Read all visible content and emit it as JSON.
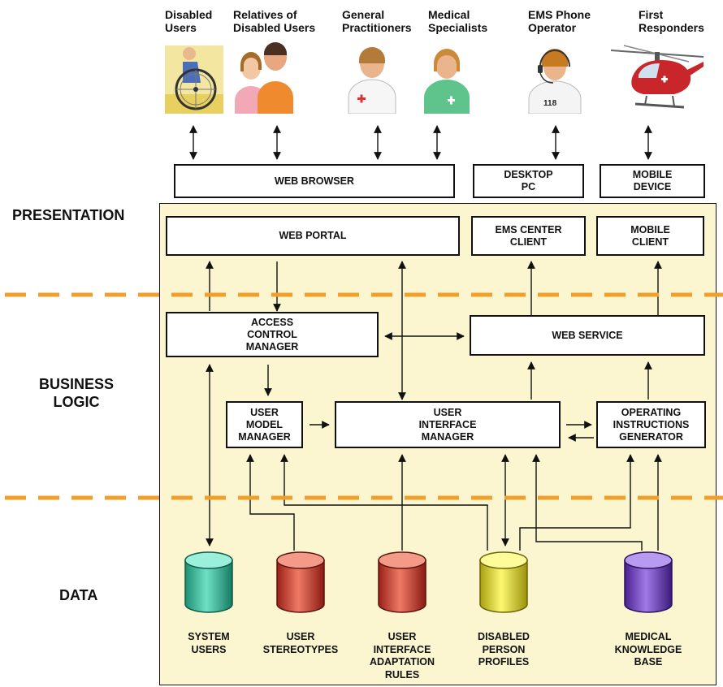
{
  "actors": {
    "disabled_users": "Disabled\nUsers",
    "relatives": "Relatives of\nDisabled Users",
    "general_practitioners": "General\nPractitioners",
    "medical_specialists": "Medical\nSpecialists",
    "ems_operator": "EMS Phone\nOperator",
    "first_responders": "First\nResponders"
  },
  "devices": {
    "web_browser": "WEB BROWSER",
    "desktop_pc": "DESKTOP\nPC",
    "mobile_device": "MOBILE\nDEVICE"
  },
  "layers": {
    "presentation": "PRESENTATION",
    "business_logic": "BUSINESS\nLOGIC",
    "data": "DATA"
  },
  "components": {
    "web_portal": "WEB PORTAL",
    "ems_center_client": "EMS CENTER\nCLIENT",
    "mobile_client": "MOBILE\nCLIENT",
    "access_control_manager": "ACCESS\nCONTROL\nMANAGER",
    "web_service": "WEB SERVICE",
    "user_model_manager": "USER\nMODEL\nMANAGER",
    "user_interface_manager": "USER\nINTERFACE\nMANAGER",
    "operating_instructions_generator": "OPERATING\nINSTRUCTIONS\nGENERATOR"
  },
  "databases": {
    "system_users": "SYSTEM\nUSERS",
    "user_stereotypes": "USER\nSTEREOTYPES",
    "ui_adaptation_rules": "USER\nINTERFACE\nADAPTATION\nRULES",
    "disabled_person_profiles": "DISABLED\nPERSON\nPROFILES",
    "medical_knowledge_base": "MEDICAL\nKNOWLEDGE\nBASE"
  },
  "ems_headset_number": "118",
  "colors": {
    "panel_fill": "#fbf6cf",
    "layer_divider": "#f0a02a",
    "db_green": "#2bb595",
    "db_red": "#c8342a",
    "db_yellow": "#e8e020",
    "db_purple": "#6a36b8"
  }
}
